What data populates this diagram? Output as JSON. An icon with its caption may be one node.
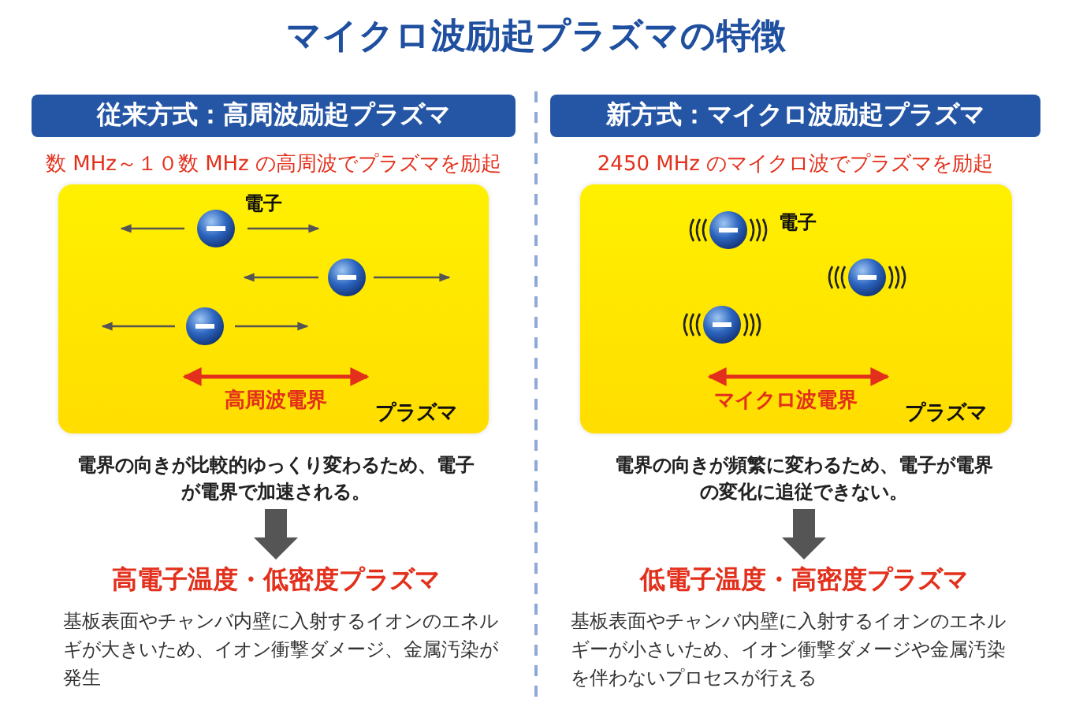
{
  "diagram": {
    "title": "マイクロ波励起プラズマの特徴",
    "nodes": [
      {
        "text": [
          "従来方式：高周波励起プラズマ"
        ]
      },
      {
        "text": [
          "新方式：マイクロ波励起プラズマ"
        ]
      },
      {
        "text": [
          "プラズマ"
        ]
      },
      {
        "text": [
          "プラズマ"
        ]
      },
      {
        "text": [
          "電界の向きが比較的ゆっくり変わるため、電子が電界で加速される。"
        ]
      },
      {
        "text": [
          "高電子温度・低密度プラズマ"
        ]
      },
      {
        "text": [
          "電界の向きが頻繁に変わるため、電子が電界の変化に追従できない。"
        ]
      },
      {
        "text": [
          "低電子温度・高密度プラズマ"
        ]
      }
    ],
    "edges": [
      {
        "from": 4,
        "to": 5,
        "arrow": "to",
        "style": "thick"
      },
      {
        "from": 6,
        "to": 7,
        "arrow": "to",
        "style": "thick"
      }
    ],
    "labels": [
      "数 MHz～１０数 MHz の高周波でプラズマを励起",
      "2450 MHz のマイクロ波でプラズマを励起",
      "電子",
      "電子",
      "高周波電界",
      "マイクロ波電界",
      "基板表面やチャンバ内壁に入射するイオンのエネルギが大きいため、イオン衝撃ダメージ、金属汚染が発生",
      "基板表面やチャンバ内壁に入射するイオンのエネルギーが小さいため、イオン衝撃ダメージや金属汚染を伴わないプロセスが行える"
    ]
  }
}
